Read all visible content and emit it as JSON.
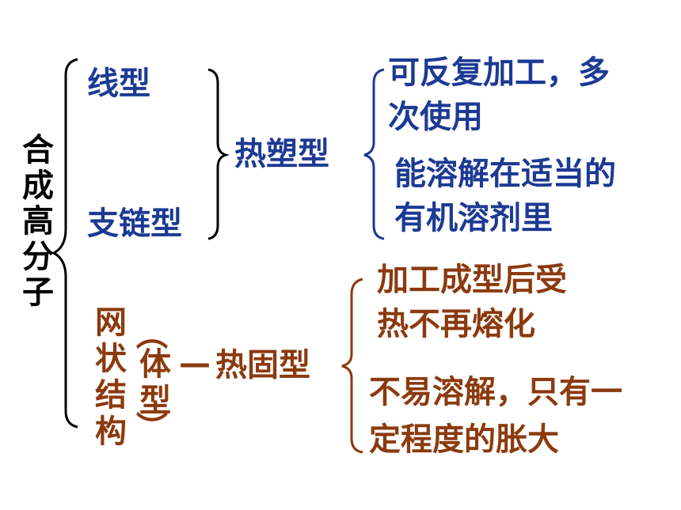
{
  "root": {
    "label": "合成高分子"
  },
  "linear": {
    "label": "线型"
  },
  "branched": {
    "label": "支链型"
  },
  "thermoplastic": {
    "label": "热塑型",
    "prop1_line1": "可反复加工，多",
    "prop1_line2": "次使用",
    "prop2_line1": "能溶解在适当的",
    "prop2_line2": "有机溶剂里"
  },
  "network": {
    "label": "网状结构",
    "paren_open": "（",
    "body_label": "体型",
    "paren_close": "）",
    "dash": "—"
  },
  "thermoset": {
    "label": "热固型",
    "prop1_line1": "加工成型后受",
    "prop1_line2": "热不再熔化",
    "prop2_line1": "不易溶解，只有一",
    "prop2_line2": "定程度的胀大"
  },
  "colors": {
    "black": "#000000",
    "blue": "#1c3a94",
    "brown": "#8b3a0e"
  }
}
